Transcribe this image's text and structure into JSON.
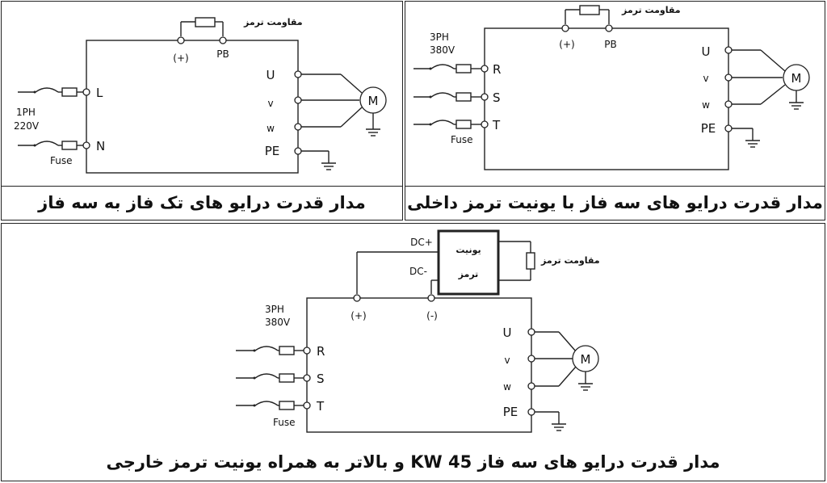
{
  "panels": [
    {
      "caption": "مدار قدرت درایو های تک فاز به سه فاز",
      "supply": "1PH",
      "voltage": "220V",
      "resistor_label": "مقاومت ترمز",
      "dc_pos_label": "(+)",
      "pb_label": "PB",
      "input_terminals": [
        "L",
        "N"
      ],
      "fuse_label": "Fuse",
      "output_terminals": [
        "U",
        "v",
        "w",
        "PE"
      ],
      "motor_label": "M"
    },
    {
      "caption": "مدار قدرت درایو های سه فاز با یونیت ترمز داخلی",
      "supply": "3PH",
      "voltage": "380V",
      "resistor_label": "مقاومت ترمز",
      "dc_pos_label": "(+)",
      "pb_label": "PB",
      "input_terminals": [
        "R",
        "S",
        "T"
      ],
      "fuse_label": "Fuse",
      "output_terminals": [
        "U",
        "v",
        "w",
        "PE"
      ],
      "motor_label": "M"
    },
    {
      "caption": "مدار قدرت درایو های سه فاز 45 KW و بالاتر به همراه یونیت ترمز خارجی",
      "supply": "3PH",
      "voltage": "380V",
      "dc_plus": "DC+",
      "dc_minus": "DC-",
      "brake_unit_line1": "یونیت",
      "brake_unit_line2": "ترمز",
      "resistor_label": "مقاومت ترمز",
      "dc_pos_label": "(+)",
      "dc_neg_label": "(-)",
      "input_terminals": [
        "R",
        "S",
        "T"
      ],
      "fuse_label": "Fuse",
      "output_terminals": [
        "U",
        "v",
        "w",
        "PE"
      ],
      "motor_label": "M"
    }
  ]
}
